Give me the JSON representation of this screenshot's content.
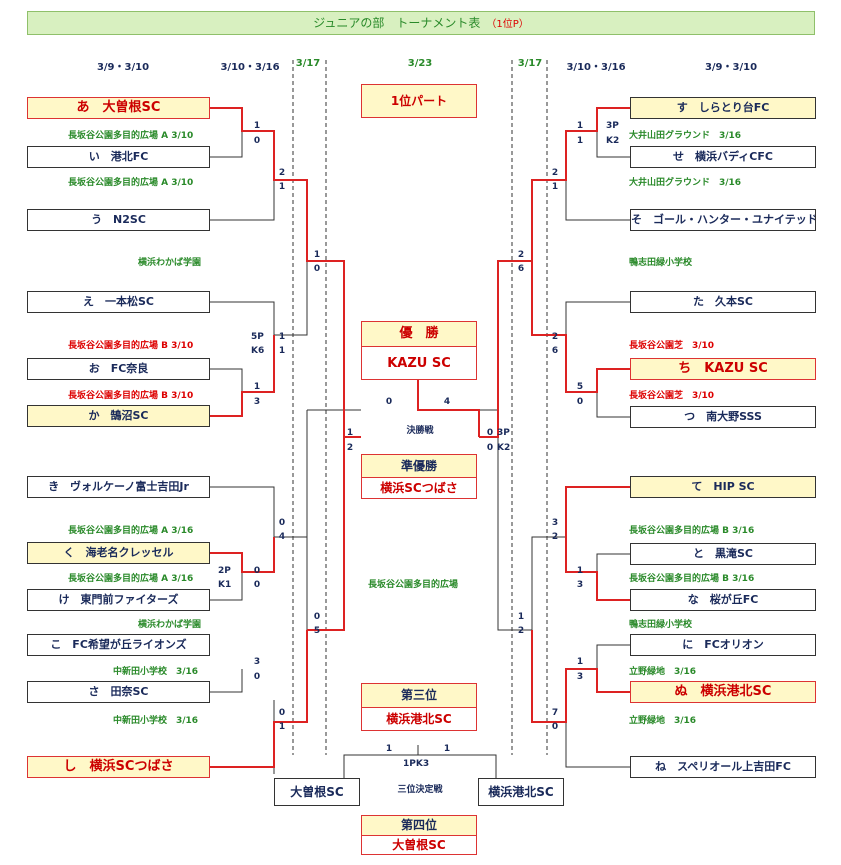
{
  "title": "ジュニアの部　トーナメント表",
  "title_sub": "（1位P）",
  "headers": {
    "left_r1": "3/9・3/10",
    "left_r2": "3/10・3/16",
    "left_r3": "3/17",
    "final": "3/23",
    "right_r3": "3/17",
    "right_r2": "3/10・3/16",
    "right_r1": "3/9・3/10"
  },
  "left_teams": {
    "a": "あ　大曽根SC",
    "i": "い　港北FC",
    "u": "う　N2SC",
    "e": "え　一本松SC",
    "o": "お　FC奈良",
    "ka": "か　鵠沼SC",
    "ki": "き　ヴォルケーノ富士吉田Jr",
    "ku": "く　海老名クレッセル",
    "ke": "け　東門前ファイターズ",
    "ko": "こ　FC希望が丘ライオンズ",
    "sa": "さ　田奈SC",
    "shi": "し　横浜SCつばさ"
  },
  "right_teams": {
    "su": "す　しらとり台FC",
    "se": "せ　横浜バディCFC",
    "so": "そ　ゴール・ハンター・ユナイテッド",
    "ta": "た　久本SC",
    "chi": "ち　KAZU SC",
    "tsu": "つ　南大野SSS",
    "te": "て　HIP SC",
    "to": "と　黒滝SC",
    "na": "な　桜が丘FC",
    "ni": "に　FCオリオン",
    "nu": "ぬ　横浜港北SC",
    "ne": "ね　スペリオール上吉田FC"
  },
  "venues": {
    "l1": "長坂谷公園多目的広場 A 3/10",
    "l2": "長坂谷公園多目的広場 A 3/10",
    "l3": "横浜わかば学園",
    "l4": "長坂谷公園多目的広場 B 3/10",
    "l5": "長坂谷公園多目的広場 B 3/10",
    "l6": "長坂谷公園多目的広場 A 3/16",
    "l7": "長坂谷公園多目的広場 A 3/16",
    "l8": "横浜わかば学園",
    "l9": "中新田小学校　3/16",
    "l10": "中新田小学校　3/16",
    "r1": "大井山田グラウンド　3/16",
    "r2": "大井山田グラウンド　3/16",
    "r3": "鴨志田緑小学校",
    "r4": "長坂谷公園芝　3/10",
    "r5": "長坂谷公園芝　3/10",
    "r6": "長坂谷公園多目的広場 B 3/16",
    "r7": "長坂谷公園多目的広場 B 3/16",
    "r8": "鴨志田緑小学校",
    "r9": "立野緑地　3/16",
    "r10": "立野緑地　3/16",
    "center": "長坂谷公園多目的広場"
  },
  "scores": {
    "a_i": [
      "1",
      "0"
    ],
    "ai_u": [
      "2",
      "1"
    ],
    "o_ka": [
      "1",
      "3"
    ],
    "e_oka": [
      "1",
      "1"
    ],
    "e_oka_pk": "5P",
    "e_oka_k": "K6",
    "qf_l1": [
      "1",
      "0"
    ],
    "ku_ke": [
      "0",
      "0"
    ],
    "ku_ke_pk": "2P",
    "ku_ke_k": "K1",
    "ki_kuke": [
      "0",
      "4"
    ],
    "ko_sa": [
      "3",
      "0"
    ],
    "kosa_shi": [
      "0",
      "1"
    ],
    "qf_l2": [
      "0",
      "5"
    ],
    "sf_l": [
      "1",
      "2"
    ],
    "su_se": [
      "1",
      "1"
    ],
    "su_se_pk": "3P",
    "su_se_k": "K2",
    "suse_so": [
      "2",
      "1"
    ],
    "chi_tsu": [
      "5",
      "0"
    ],
    "ta_chitsu": [
      "2",
      "6"
    ],
    "qf_r1": [
      "2",
      "6"
    ],
    "to_na": [
      "1",
      "3"
    ],
    "te_tona": [
      "3",
      "2"
    ],
    "ni_nu": [
      "1",
      "3"
    ],
    "ninu_ne": [
      "7",
      "0"
    ],
    "qf_r2": [
      "1",
      "2"
    ],
    "sf_r": [
      "0",
      "0"
    ],
    "sf_r_pk": "3P",
    "sf_r_k": "K2",
    "final": [
      "0",
      "4"
    ],
    "third": [
      "1",
      "1"
    ],
    "third_pk": "1PK3"
  },
  "center": {
    "first_place_label": "1位パート",
    "champion_label": "優　勝",
    "champion": "KAZU SC",
    "final_label": "決勝戦",
    "runner_label": "準優勝",
    "runner": "横浜SCつばさ",
    "third_label": "第三位",
    "third": "横浜港北SC",
    "third_match_label": "三位決定戦",
    "third_left": "大曽根SC",
    "third_right": "横浜港北SC",
    "fourth_label": "第四位",
    "fourth": "大曽根SC"
  }
}
